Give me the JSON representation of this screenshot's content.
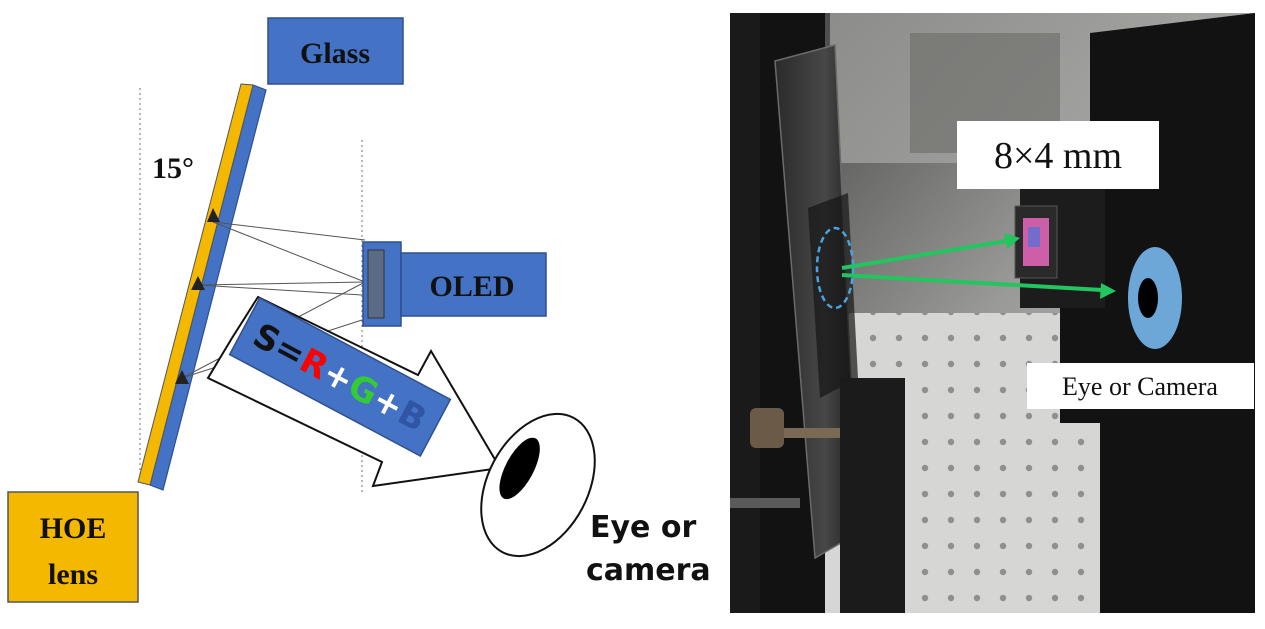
{
  "diagram": {
    "glass_label": "Glass",
    "angle_label": "15°",
    "oled_label": "OLED",
    "hoe_label_line1": "HOE",
    "hoe_label_line2": "lens",
    "eye_label_line1": "Eye or",
    "eye_label_line2": "camera",
    "equation": {
      "s": "S",
      "eq": "=",
      "r": "R",
      "plus1": "+",
      "g": "G",
      "plus2": "+",
      "b": "B"
    }
  },
  "photo": {
    "size_label": "8×4 mm",
    "eye_label": "Eye or Camera"
  },
  "colors": {
    "glass_blue": "#4472c4",
    "hoe_yellow": "#f5b800",
    "red": "#ff0000",
    "green": "#33cc33",
    "blue_text": "#2f55a4",
    "arrow_green": "#22c55e",
    "dashed_circle": "#4aa3df"
  }
}
